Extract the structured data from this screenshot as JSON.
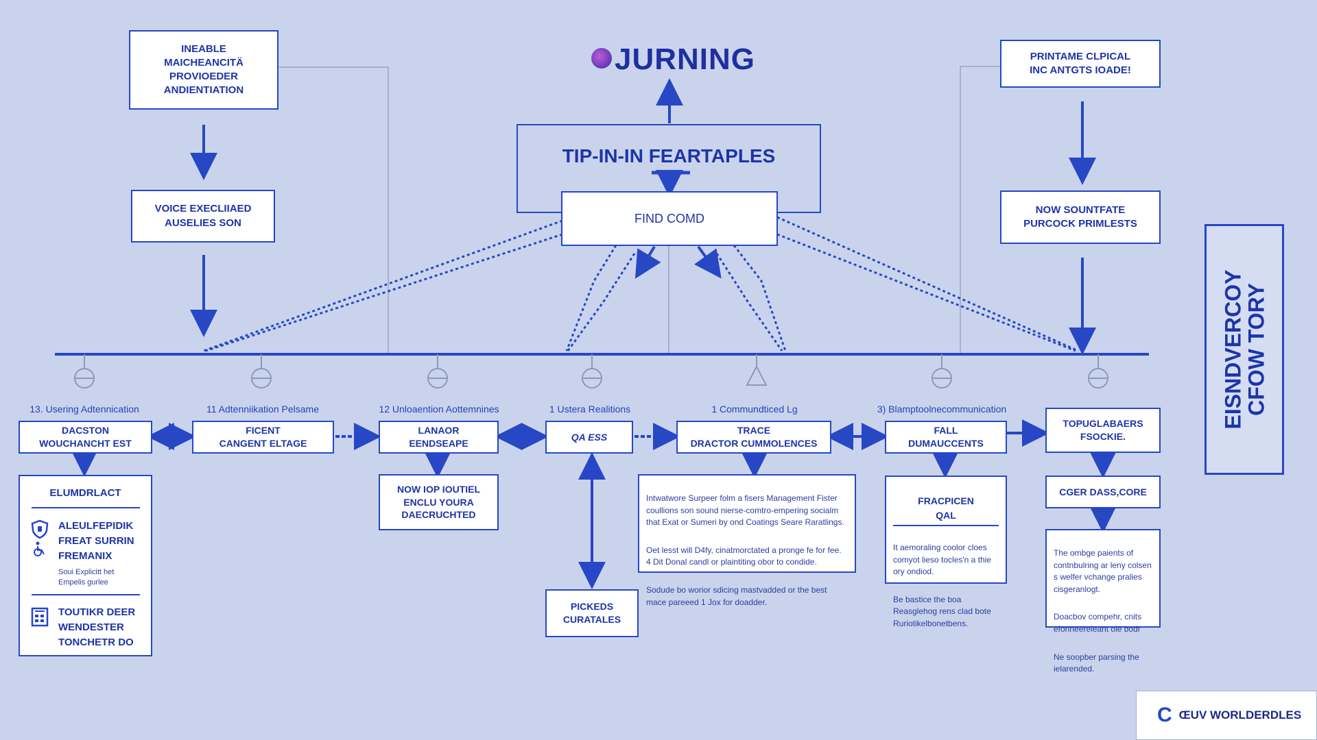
{
  "title": "JURNING",
  "top_left": {
    "box1": "INEABLE\nMAICHEANCITÄ\nPROVIOEDER\nANDIENTIATION",
    "box2": "VOICE EXECLIIAED\nAUSELIES SON"
  },
  "top_right": {
    "box1": "PRINTAME CLPICAL\nINC ANTGTS IOADE!",
    "box2": "NOW SOUNTFATE\nPURCOCK PRIMLESTS"
  },
  "center": {
    "header": "TIP-IN-IN FEARTAPLES",
    "find_box": "FIND COMD"
  },
  "side_panel": "EISNDVERCOY\nCFOW TORY",
  "stages": [
    {
      "label": "13. Usering Adtennication",
      "box": "DACSTON\nWOUCHANCHT EST"
    },
    {
      "label": "11 Adtenniikation Pelsame",
      "box": "FICENT\nCANGENT ELTAGE"
    },
    {
      "label": "12 Unloaention Aottemnines",
      "box": "LANAOR\nEENDSEAPE"
    },
    {
      "label": "1 Ustera Realitions",
      "box": "QA ESS"
    },
    {
      "label": "1 Commundticed Lg",
      "box": "TRACE\nDRACTOR CUMMOLENCES"
    },
    {
      "label": "3) Blamptoolnecommunication",
      "box": "FALL\nDUMAUCCENTS"
    },
    {
      "label": "",
      "box": "TOPUGLABAERS\nFSOCKIE."
    }
  ],
  "sub_boxes": {
    "s3": "NOW IOP IOUTIEL\nENCLU YOURA\nDAECRUCHTED",
    "s4": "PICKEDS\nCURATALES",
    "s7": "CGER DASS,CORE"
  },
  "card_left": {
    "heading": "ELUMDRLACT",
    "item1_title": "ALEULFEPIDIK\nFREAT SURRIN\nFREMANIX",
    "item1_sub": "Soui Explicitt het\nEmpelis gurlee",
    "item2_title": "TOUTIKR DEER\nWENDESTER\nTONCHETR DO",
    "icon1": "shield-icon",
    "icon2": "wheelchair-icon",
    "icon3": "document-icon"
  },
  "desc_trace": [
    "Intwatwore Surpeer folm a fisers Management Fister coullions son sound nierse-comtro-empering socialm that Exat or Sumeri by ond Coatings Seare Raratlings.",
    "Oet lesst will D4fy, cinatmorctated a pronge fe for fee. 4 Dit Donal candl or plaintiting obor to condide.",
    "Sodude bo worior sdicing mastvadded or the best mace pareeed 1 Jox for doadder."
  ],
  "desc_fall": [
    "It aemoraling coolor cloes comyot lieso tocles'n a thie ory ondiod.",
    "Be bastice the boa Reasglehog rens clad bote Ruriotikelbonetbens."
  ],
  "desc_right": [
    "The ombge paients of contnbulring ar leny colsen s welfer vchange pralies cisgeranlogt.",
    "Doacbov compehr, cnits efonneereleant ole bodr",
    "Ne soopber parsing the ielarended."
  ],
  "footer": "ŒUV WORLDERDLES",
  "colors": {
    "background": "#c9d4ec",
    "accent": "#2747c4",
    "text": "#1d34a8"
  }
}
